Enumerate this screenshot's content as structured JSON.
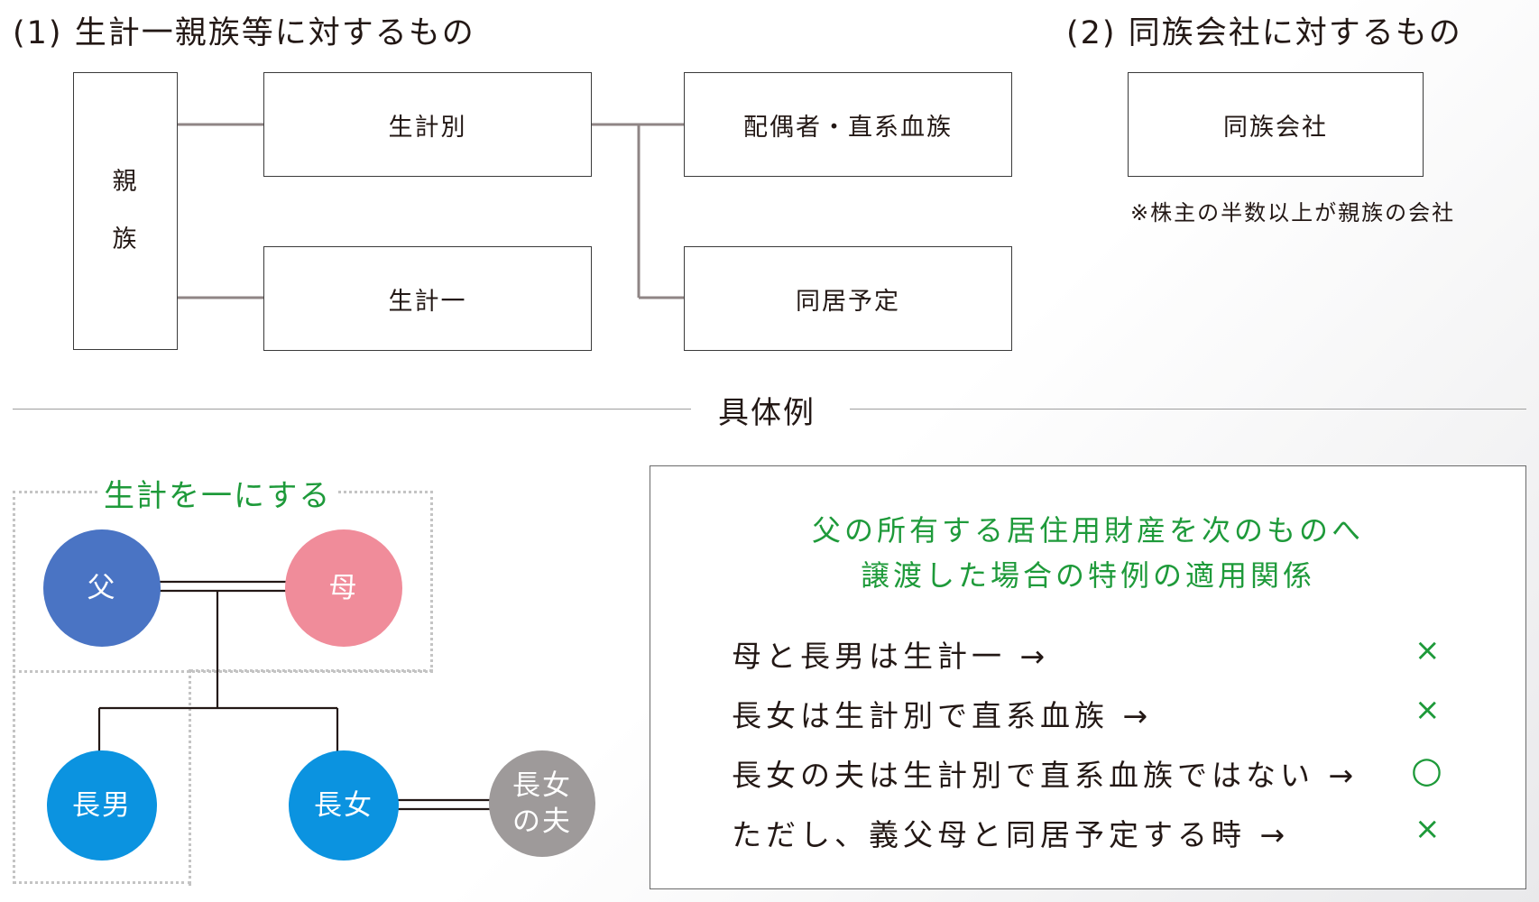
{
  "section1": {
    "title": "(1) 生計一親族等に対するもの"
  },
  "section2": {
    "title": "(2) 同族会社に対するもの"
  },
  "tree": {
    "root_chars": [
      "親",
      "族"
    ],
    "separate": "生計別",
    "same": "生計一",
    "lineal": "配偶者・直系血族",
    "cohabit": "同居予定"
  },
  "company": {
    "box": "同族会社",
    "note": "※株主の半数以上が親族の会社"
  },
  "example": {
    "label": "具体例",
    "group_label": "生計を一にする",
    "persons": {
      "father": "父",
      "mother": "母",
      "eldest_son": "長男",
      "eldest_daughter": "長女",
      "daughter_husband": [
        "長女",
        "の夫"
      ]
    },
    "panel": {
      "caption_lines": [
        "父の所有する居住用財産を次のものへ",
        "譲渡した場合の特例の適用関係"
      ],
      "rows": [
        {
          "text": "母と長男は生計一 →",
          "mark": "×"
        },
        {
          "text": "長女は生計別で直系血族 →",
          "mark": "×"
        },
        {
          "text": "長女の夫は生計別で直系血族ではない →",
          "mark": "○"
        },
        {
          "text": "ただし、義父母と同居予定する時 →",
          "mark": "×"
        }
      ]
    }
  },
  "colors": {
    "father": "#4a74c4",
    "mother": "#f08c9a",
    "child": "#0b93e0",
    "in_law": "#9e9a9a",
    "accent_green": "#1e9a3a"
  }
}
